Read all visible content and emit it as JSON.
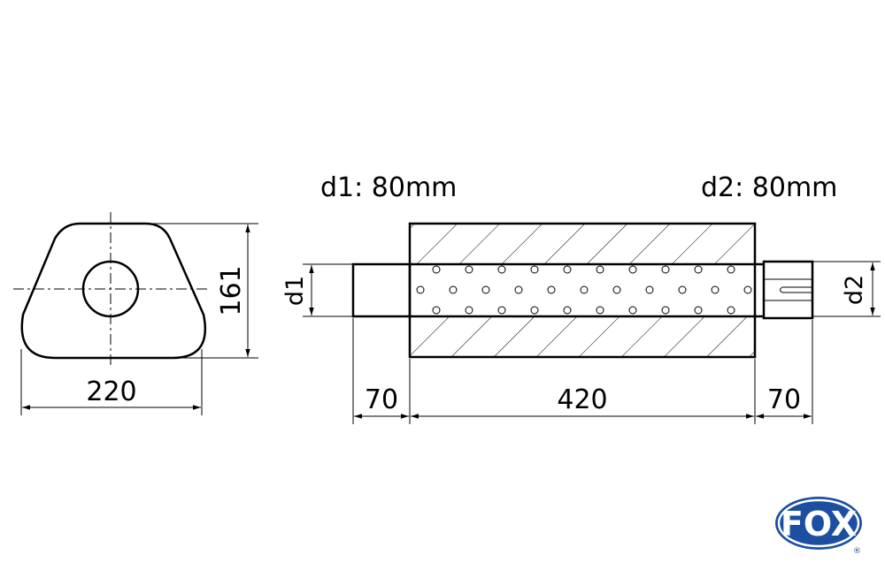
{
  "labels": {
    "d1_spec": "d1: 80mm",
    "d2_spec": "d2: 80mm",
    "d1": "d1",
    "d2": "d2"
  },
  "dimensions": {
    "width": "220",
    "height": "161",
    "inlet_length": "70",
    "body_length": "420",
    "outlet_length": "70"
  },
  "logo": {
    "text": "FOX",
    "mark": "®",
    "color": "#1c4fa0"
  }
}
